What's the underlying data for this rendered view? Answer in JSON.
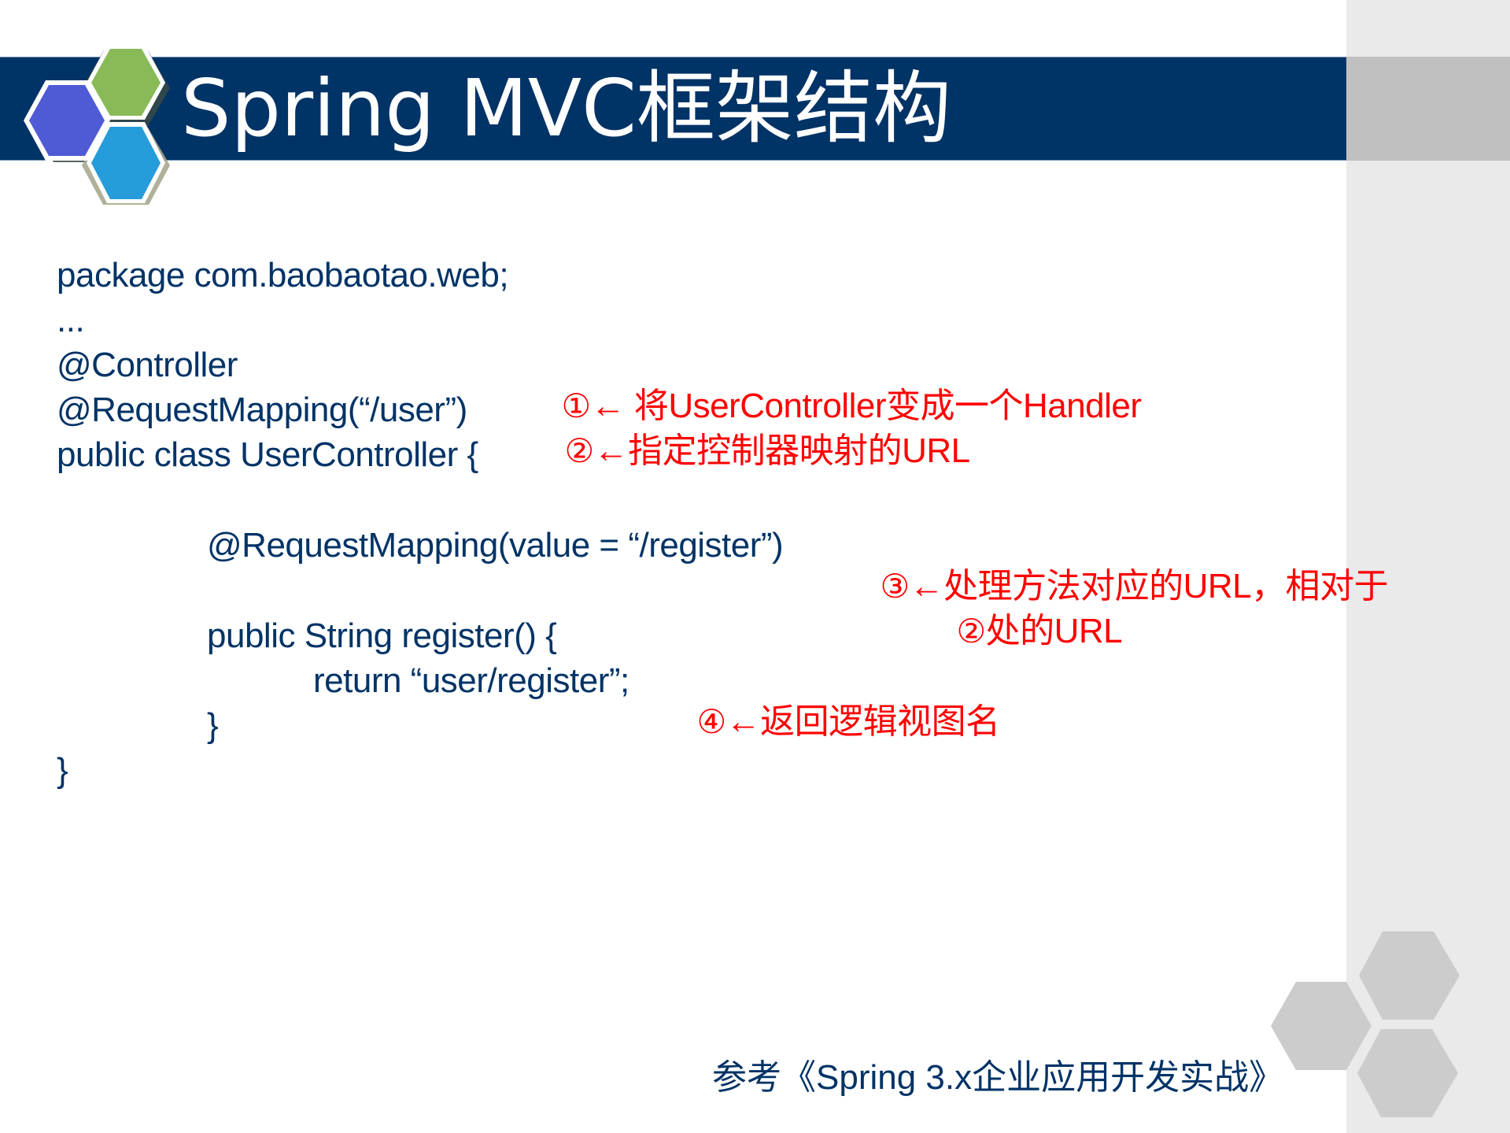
{
  "slide": {
    "title": "Spring MVC框架结构",
    "colors": {
      "banner": "#003366",
      "code_text": "#003366",
      "annotation_text": "#ff0000",
      "sidebar": "#eaeaea",
      "sidebar_banner": "#c0c0c0",
      "logo_purple": "#4f5bd5",
      "logo_green": "#88bb58",
      "logo_blue": "#269cda",
      "deco_hex": "#cccccc"
    },
    "logo_icon": "hexagon-cluster-logo",
    "code": {
      "lines": [
        "package com.baobaotao.web;",
        "...",
        "@Controller",
        "@RequestMapping(“/user”)",
        "public class UserController {",
        "@RequestMapping(value = “/register”)",
        "public String register() {",
        "return “user/register”;",
        "}",
        "}"
      ]
    },
    "annotations": [
      {
        "marker": "①",
        "arrow": "←",
        "text": " 将UserController变成一个Handler"
      },
      {
        "marker": "②",
        "arrow": "←",
        "text": "指定控制器映射的URL"
      },
      {
        "marker": "③",
        "arrow": "←",
        "text": "处理方法对应的URL，相对于"
      },
      {
        "marker": "②",
        "arrow": "",
        "text": "处的URL"
      },
      {
        "marker": "④",
        "arrow": "←",
        "text": "返回逻辑视图名"
      }
    ],
    "footer": {
      "reference": "参考《Spring 3.x企业应用开发实战》"
    }
  }
}
